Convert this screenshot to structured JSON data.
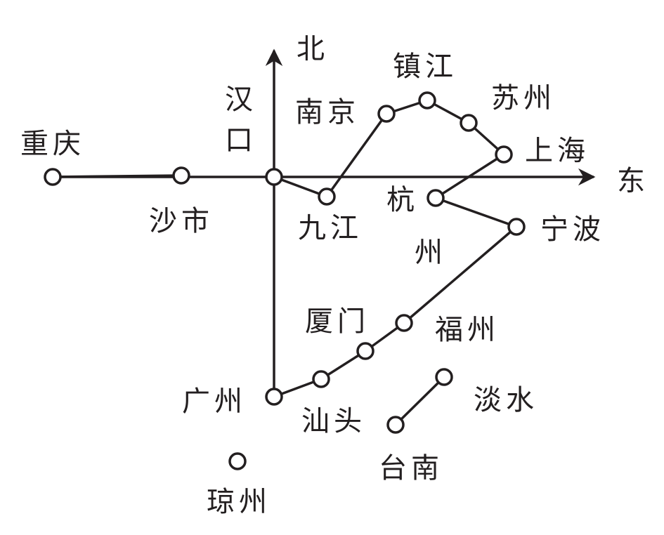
{
  "directions": {
    "north": "北",
    "east": "东"
  },
  "cities": [
    {
      "id": "chongqing",
      "name": "重庆"
    },
    {
      "id": "shashi",
      "name": "沙市"
    },
    {
      "id": "hankou",
      "name": "汉口"
    },
    {
      "id": "jiujiang",
      "name": "九江"
    },
    {
      "id": "nanjing",
      "name": "南京"
    },
    {
      "id": "zhenjiang",
      "name": "镇江"
    },
    {
      "id": "suzhou",
      "name": "苏州"
    },
    {
      "id": "shanghai",
      "name": "上海"
    },
    {
      "id": "hangzhou",
      "name": "杭州"
    },
    {
      "id": "ningbo",
      "name": "宁波"
    },
    {
      "id": "fuzhou",
      "name": "福州"
    },
    {
      "id": "xiamen",
      "name": "厦门"
    },
    {
      "id": "unnamed",
      "name": ""
    },
    {
      "id": "guangzhou",
      "name": "广州"
    },
    {
      "id": "shantou",
      "name": "汕头"
    },
    {
      "id": "danshui",
      "name": "淡水"
    },
    {
      "id": "tainan",
      "name": "台南"
    },
    {
      "id": "qiongzhou",
      "name": "琼州"
    }
  ],
  "routes": [
    [
      "chongqing",
      "shashi",
      "hankou"
    ],
    [
      "hankou",
      "jiujiang",
      "nanjing",
      "zhenjiang",
      "suzhou",
      "shanghai",
      "hangzhou",
      "ningbo",
      "fuzhou",
      "xiamen",
      "unnamed",
      "guangzhou",
      "hankou"
    ],
    [
      "shantou",
      "danshui"
    ]
  ]
}
